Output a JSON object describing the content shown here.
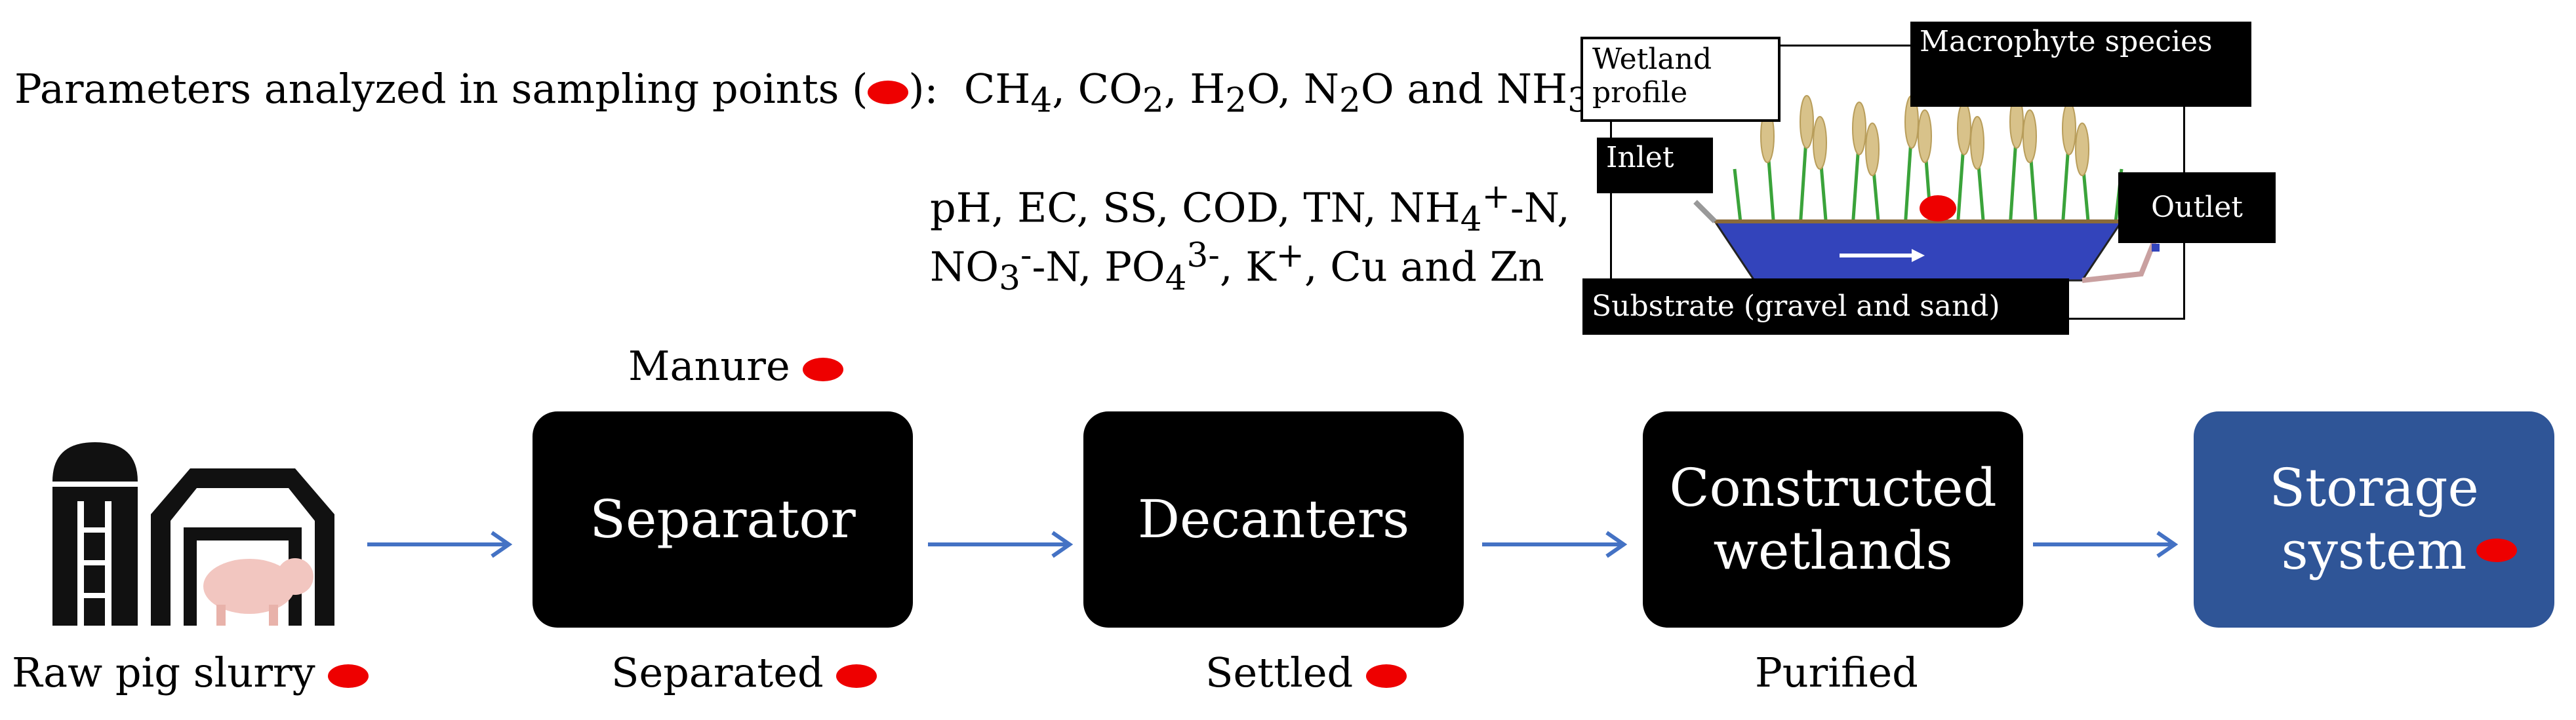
{
  "parameters": {
    "gas_prefix": "Parameters analyzed in sampling points (",
    "gas_suffix": "):",
    "gases": [
      "CH",
      "4",
      ", CO",
      "2",
      ", H",
      "2",
      "O, N",
      "2",
      "O and NH",
      "3"
    ],
    "water": {
      "line1": [
        "pH, EC, SS, COD, TN, NH",
        "4",
        "+",
        "-N,"
      ],
      "line2": [
        "NO",
        "3",
        "-",
        "-N, PO",
        "4",
        "3-",
        ", K",
        "+",
        ", Cu and Zn"
      ]
    }
  },
  "wetland_schematic": {
    "profile_label": "Wetland profile",
    "macrophyte_label": "Macrophyte species",
    "inlet_label": "Inlet",
    "outlet_label": "Outlet",
    "substrate_label": "Substrate (gravel and sand)"
  },
  "process": {
    "source_label": "Raw pig slurry",
    "stages": [
      {
        "label": "Separator",
        "top_label": "Manure",
        "bottom_label": "Separated"
      },
      {
        "label": "Decanters",
        "bottom_label": "Settled"
      },
      {
        "label": "Constructed wetlands",
        "bottom_label": "Purified"
      },
      {
        "label": "Storage system"
      }
    ]
  },
  "colors": {
    "sampling_point": "#ee0000",
    "arrow": "#4472c4",
    "stage_box": "#000000",
    "storage_box": "#2f5597",
    "substrate": "#3344bb"
  }
}
